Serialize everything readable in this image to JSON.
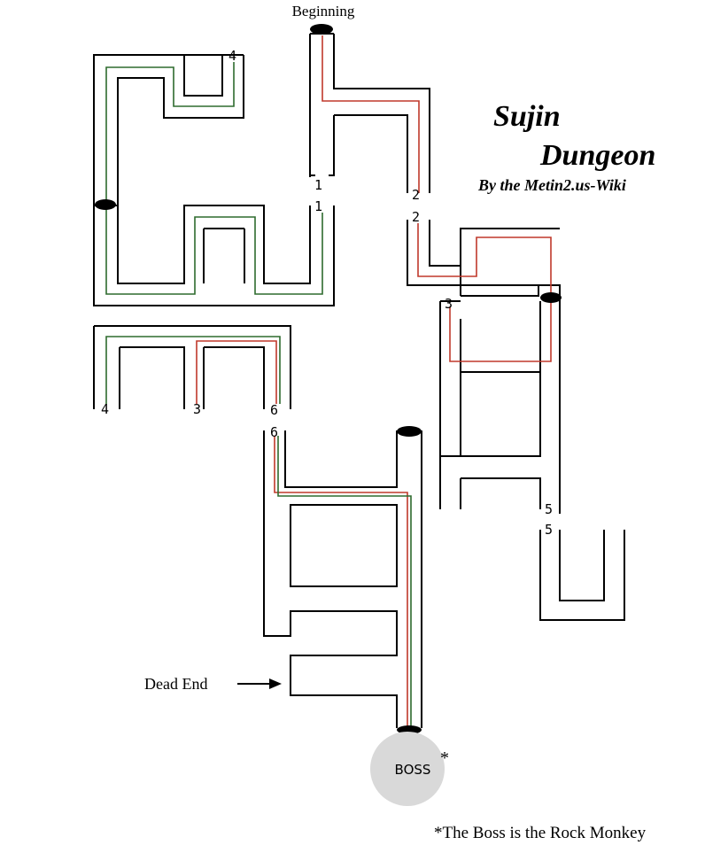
{
  "title_line1": "Sujin",
  "title_line2": "Dungeon",
  "byline": "By the Metin2.us-Wiki",
  "start_label": "Beginning",
  "dead_end_label": "Dead End",
  "boss_label": "BOSS",
  "boss_asterisk": "*",
  "footnote": "*The Boss is the Rock Monkey",
  "portal_labels": [
    "1",
    "1",
    "2",
    "2",
    "3",
    "3",
    "4",
    "4",
    "5",
    "5",
    "6",
    "6"
  ],
  "colors": {
    "wall": "#000000",
    "route_red": "#c0392b",
    "route_green": "#2e6b2e",
    "boss_fill": "#d9d9d9",
    "teleporter": "#000000"
  }
}
